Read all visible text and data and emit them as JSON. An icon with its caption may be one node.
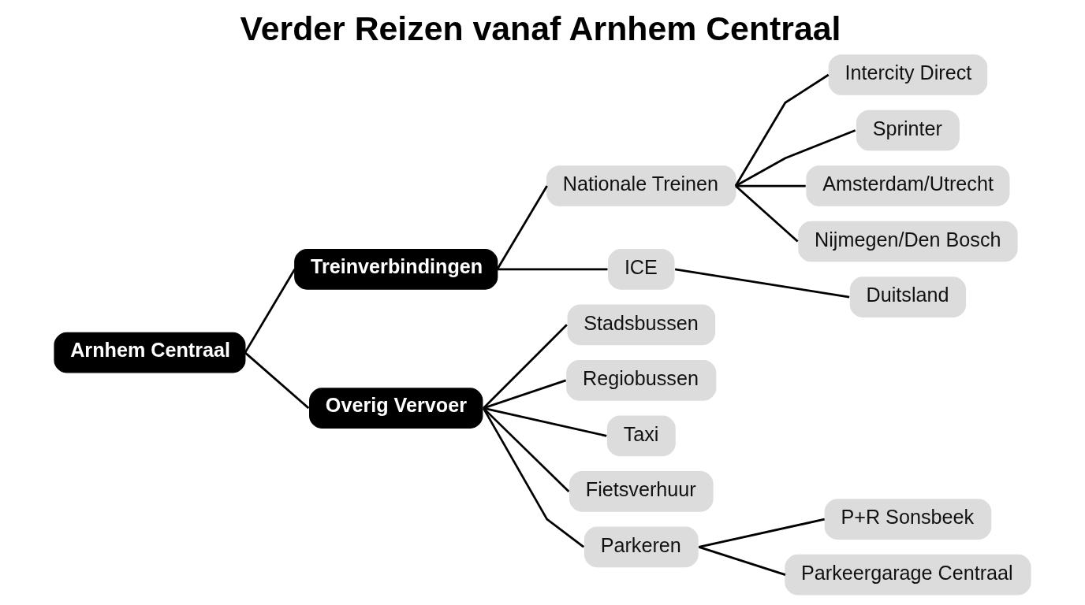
{
  "diagram": {
    "title": "Verder Reizen vanaf Arnhem Centraal",
    "nodes": [
      {
        "text": [
          "Arnhem Centraal"
        ]
      },
      {
        "text": [
          "Treinverbindingen"
        ]
      },
      {
        "text": [
          "Overig Vervoer"
        ]
      },
      {
        "text": [
          "Nationale Treinen"
        ]
      },
      {
        "text": [
          "ICE"
        ]
      },
      {
        "text": [
          "Intercity Direct"
        ]
      },
      {
        "text": [
          "Sprinter"
        ]
      },
      {
        "text": [
          "Amsterdam/Utrecht"
        ]
      },
      {
        "text": [
          "Nijmegen/Den Bosch"
        ]
      },
      {
        "text": [
          "Duitsland"
        ]
      },
      {
        "text": [
          "Stadsbussen"
        ]
      },
      {
        "text": [
          "Regiobussen"
        ]
      },
      {
        "text": [
          "Taxi"
        ]
      },
      {
        "text": [
          "Fietsverhuur"
        ]
      },
      {
        "text": [
          "Parkeren"
        ]
      },
      {
        "text": [
          "P+R Sonsbeek"
        ]
      },
      {
        "text": [
          "Parkeergarage Centraal"
        ]
      }
    ],
    "edges": [
      {
        "from": 0,
        "to": 1,
        "arrow": "none"
      },
      {
        "from": 0,
        "to": 2,
        "arrow": "none"
      },
      {
        "from": 1,
        "to": 3,
        "arrow": "none"
      },
      {
        "from": 1,
        "to": 4,
        "arrow": "none"
      },
      {
        "from": 3,
        "to": 5,
        "arrow": "none"
      },
      {
        "from": 3,
        "to": 6,
        "arrow": "none"
      },
      {
        "from": 3,
        "to": 7,
        "arrow": "none"
      },
      {
        "from": 3,
        "to": 8,
        "arrow": "none"
      },
      {
        "from": 4,
        "to": 9,
        "arrow": "none"
      },
      {
        "from": 2,
        "to": 10,
        "arrow": "none"
      },
      {
        "from": 2,
        "to": 11,
        "arrow": "none"
      },
      {
        "from": 2,
        "to": 12,
        "arrow": "none"
      },
      {
        "from": 2,
        "to": 13,
        "arrow": "none"
      },
      {
        "from": 2,
        "to": 14,
        "arrow": "none"
      },
      {
        "from": 14,
        "to": 15,
        "arrow": "none"
      },
      {
        "from": 14,
        "to": 16,
        "arrow": "none"
      }
    ]
  }
}
